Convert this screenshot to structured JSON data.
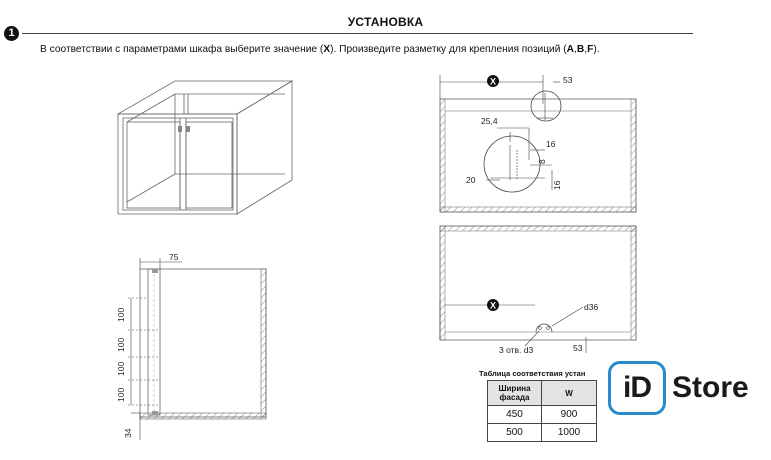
{
  "header": {
    "step_number": "1",
    "title": "УСТАНОВКА",
    "intro_pre": "В соответствии с параметрами шкафа выберите значение (",
    "intro_x": "X",
    "intro_mid": "). Произведите разметку для крепления позиций (",
    "intro_a": "A",
    "intro_sep1": ",",
    "intro_b": "B",
    "intro_sep2": ",",
    "intro_f": "F",
    "intro_end": ")."
  },
  "side_view": {
    "top_dim": "75",
    "spacings": [
      "100",
      "100",
      "100",
      "100"
    ],
    "bottom_dim": "34"
  },
  "top_view": {
    "x_marker": "X",
    "dims": {
      "d53": "53",
      "d25_4": "25,4",
      "d16a": "16",
      "d8": "8",
      "d20": "20",
      "d16b": "16"
    }
  },
  "bottom_view": {
    "x_marker": "X",
    "dims": {
      "d36": "d36",
      "holes": "3 отв. d3",
      "d53": "53"
    }
  },
  "table": {
    "caption": "Таблица соответствия устан",
    "headers": [
      "Ширина фасада",
      "W"
    ],
    "rows": [
      [
        "450",
        "900"
      ],
      [
        "500",
        "1000"
      ]
    ]
  },
  "logo": {
    "mark": "iD",
    "word": "Store",
    "accent": "#2a89c9"
  }
}
